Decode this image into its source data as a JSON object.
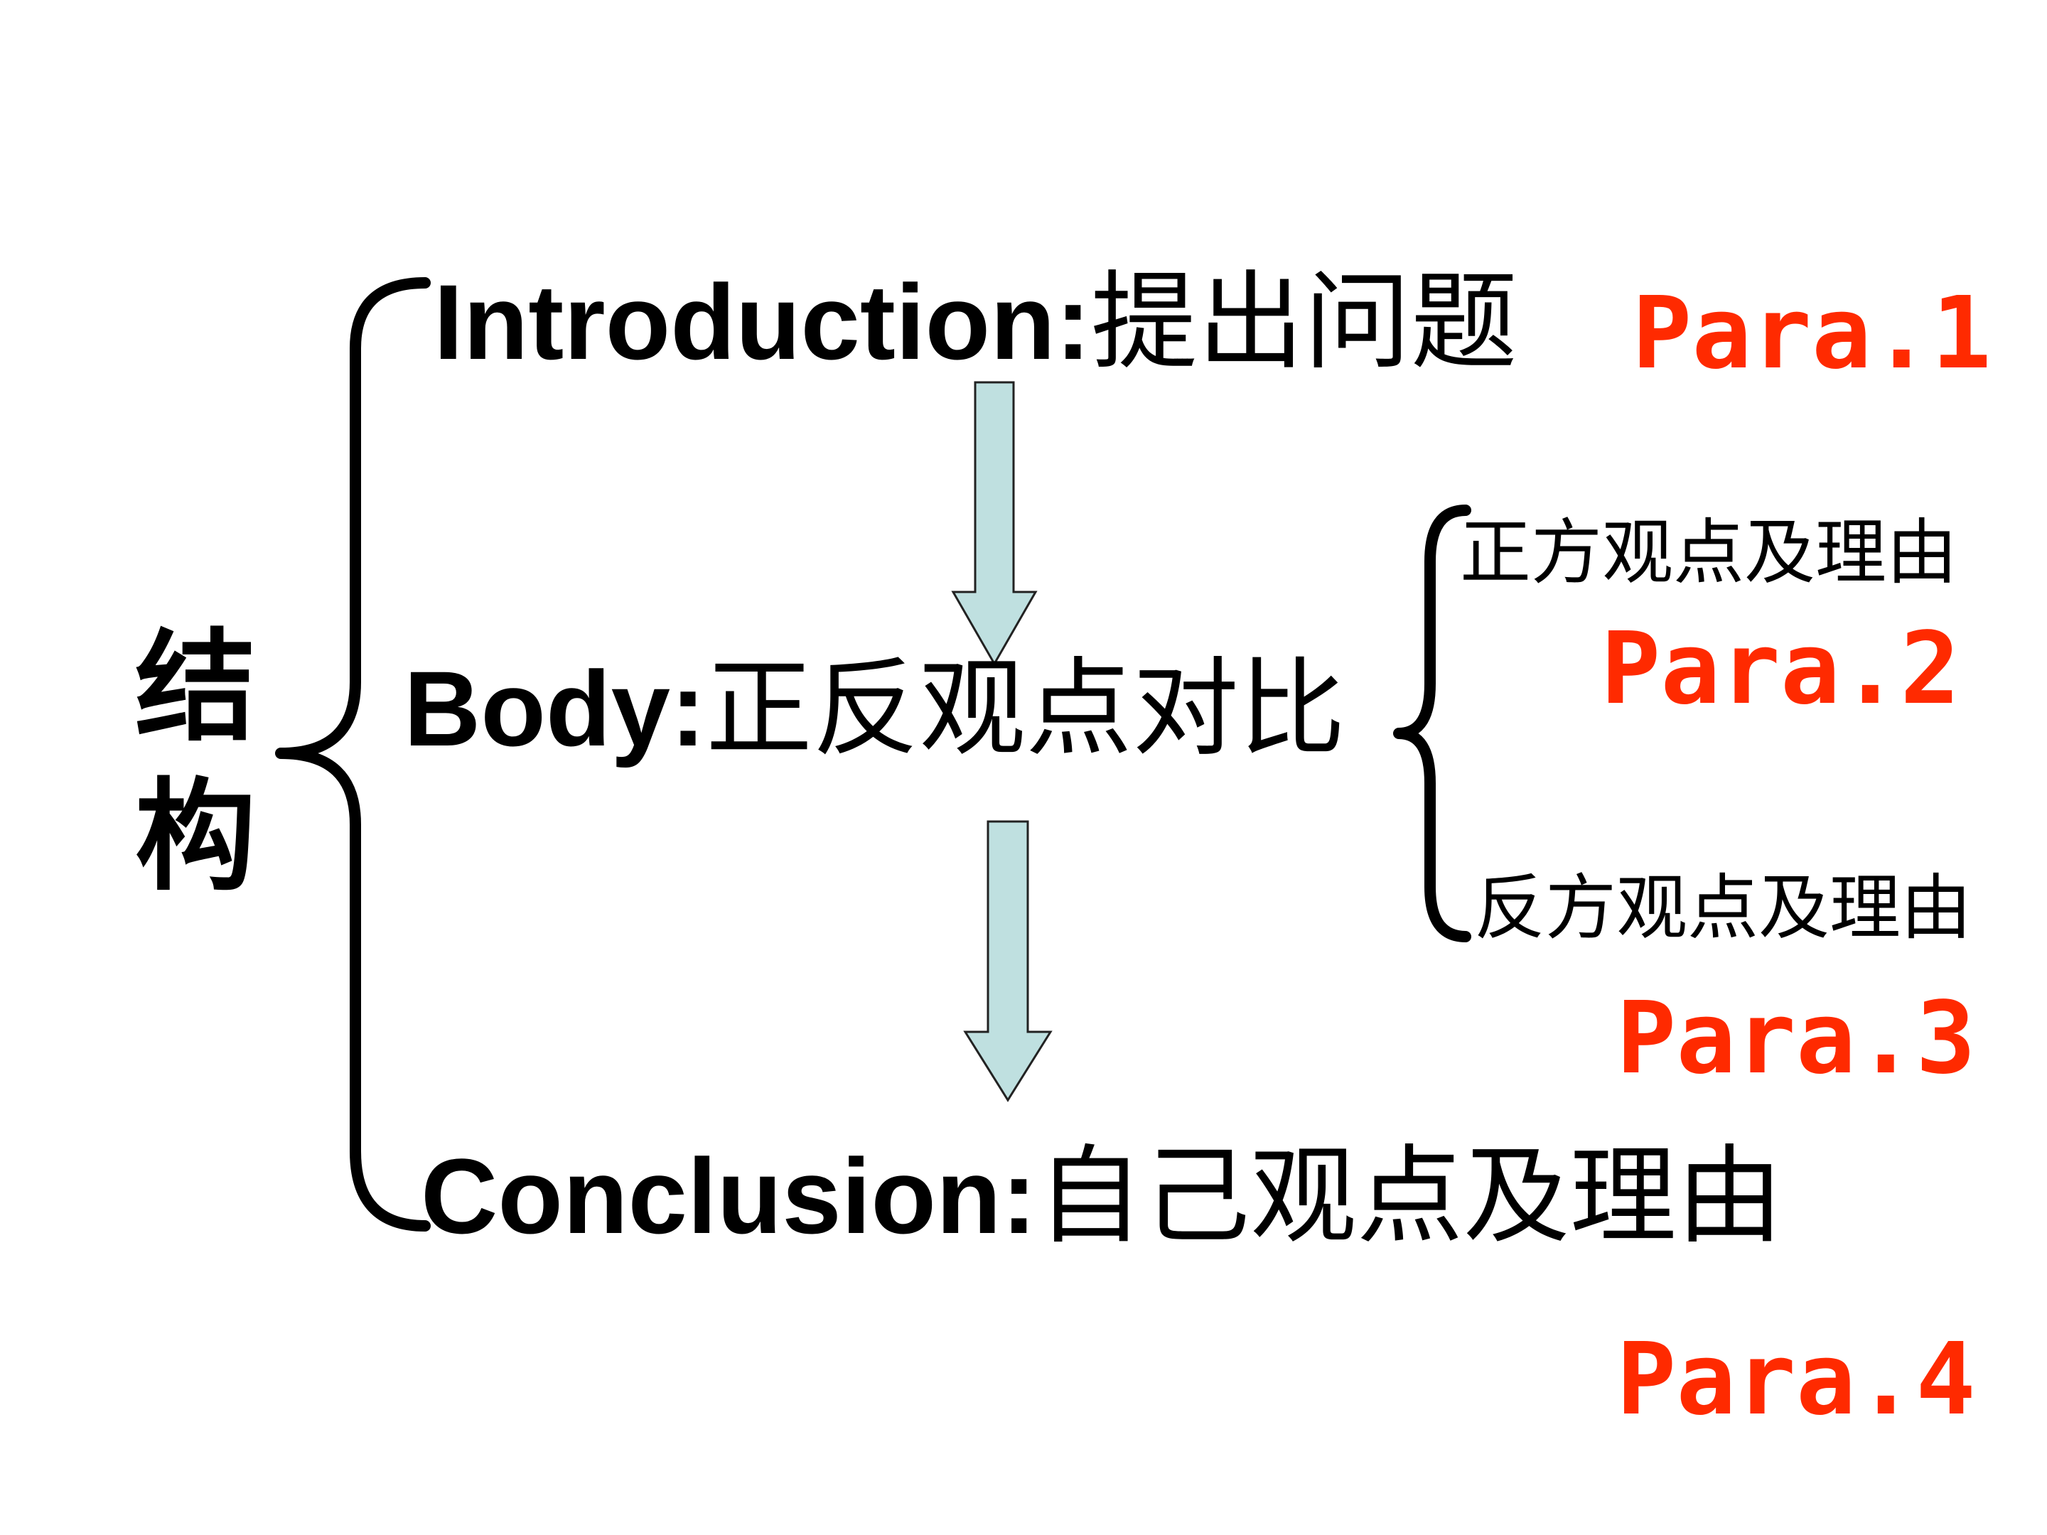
{
  "structure_label": {
    "line1": "结",
    "line2": "构"
  },
  "sections": {
    "introduction": {
      "en": "Introduction:",
      "zh": "提出问题",
      "para": "Para.1"
    },
    "body": {
      "en": "Body:",
      "zh": "正反观点对比"
    },
    "conclusion": {
      "en": "Conclusion:",
      "zh": "自己观点及理由",
      "para": "Para.4"
    }
  },
  "body_branches": {
    "pro": {
      "text": "正方观点及理由",
      "para": "Para.2"
    },
    "con": {
      "text": "反方观点及理由",
      "para": "Para.3"
    }
  },
  "colors": {
    "para_text": "#ff2a00",
    "arrow_fill": "#bfe0e0",
    "arrow_stroke": "#222222",
    "brace": "#000000"
  }
}
